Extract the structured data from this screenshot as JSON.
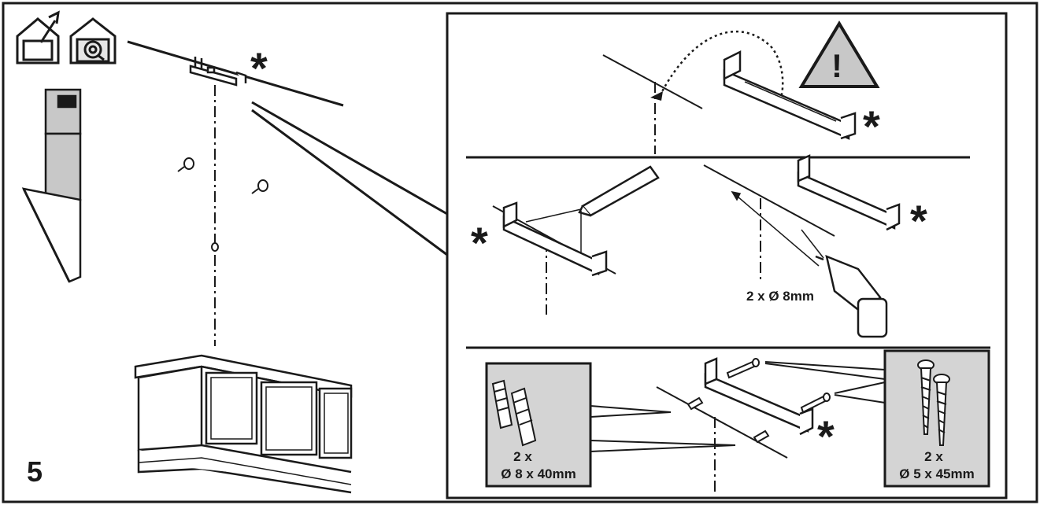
{
  "step": {
    "number": "5"
  },
  "markers": {
    "asterisk": "*"
  },
  "warning": {
    "symbol": "!"
  },
  "drill": {
    "spec": "2 x Ø 8mm"
  },
  "plugs": {
    "qty": "2 x",
    "size": "Ø 8 x 40mm"
  },
  "screws": {
    "qty": "2 x",
    "size": "Ø 5 x 45mm"
  },
  "icons": [
    "house-install-icon",
    "house-recirculation-icon",
    "warning-icon",
    "pencil-icon",
    "drill-icon",
    "screw-icon",
    "wall-plug-icon"
  ],
  "colors": {
    "line": "#1a1a1a",
    "panel_gray": "#d4d4d4",
    "hood_gray": "#c8c8c8"
  }
}
